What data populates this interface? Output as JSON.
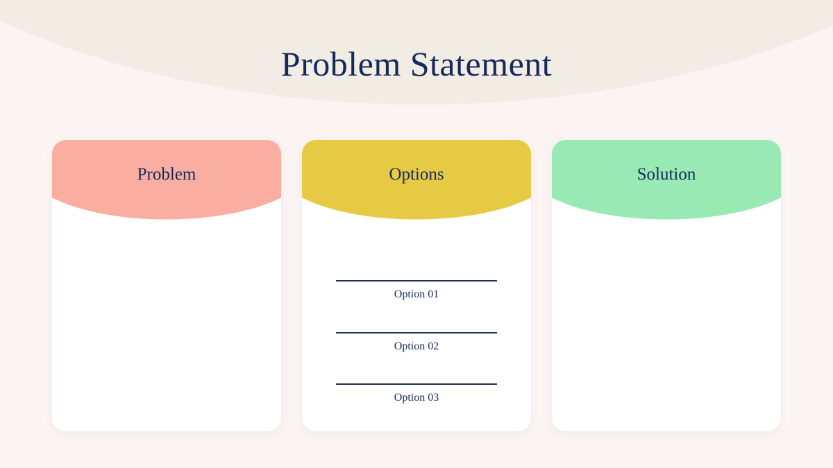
{
  "page": {
    "title": "Problem Statement"
  },
  "colors": {
    "top_band": "#F1ECE4",
    "background": "#FBF4F2",
    "navy_text": "#16295B",
    "divider": "#1E2E57",
    "card_body": "#FFFFFF",
    "problem_header": "#FAAEA2",
    "options_header": "#E7CA44",
    "solution_header": "#98E9B4"
  },
  "cards": [
    {
      "id": "problem",
      "label": "Problem",
      "color": "#FAAEA2",
      "items": []
    },
    {
      "id": "options",
      "label": "Options",
      "color": "#E7CA44",
      "items": [
        "Option 01",
        "Option 02",
        "Option 03"
      ]
    },
    {
      "id": "solution",
      "label": "Solution",
      "color": "#98E9B4",
      "items": []
    }
  ]
}
